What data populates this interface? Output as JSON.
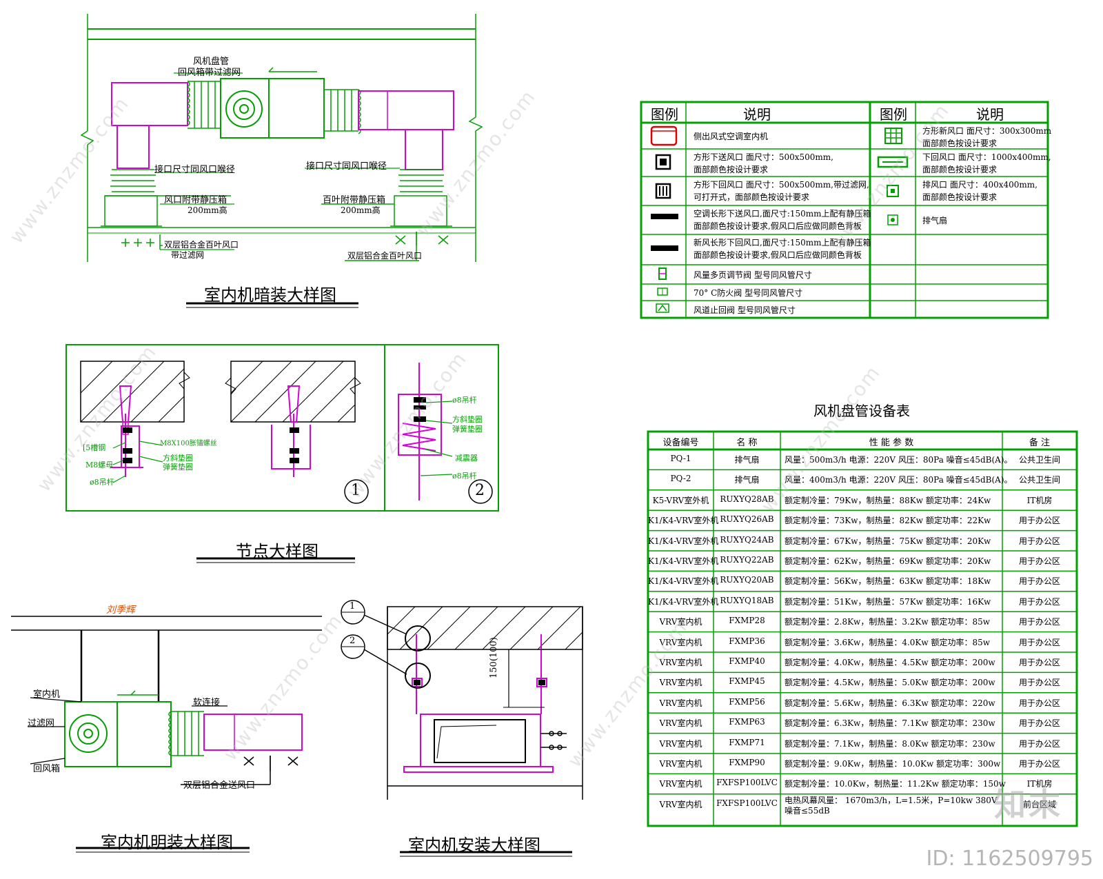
{
  "concealed": {
    "title": "室内机暗装大样图",
    "label_fcu_1": "风机盘管",
    "label_fcu_2": "回风箱带过滤网",
    "label_interface_left": "接口尺寸同风口喉径",
    "label_interface_right": "接口尺寸同风口喉径",
    "label_plenum_left": "风口附带静压箱",
    "label_plenum_left_h": "200mm高",
    "label_plenum_right": "百叶附带静压箱",
    "label_plenum_right_h": "200mm高",
    "label_grille_left_1": "双层铝合金百叶风口",
    "label_grille_left_2": "带过滤网",
    "label_grille_right": "双层铝合金百叶风口"
  },
  "node": {
    "title": "节点大样图",
    "label_channel": "[5槽钢",
    "label_bolt": "M8X100胀锚螺丝",
    "label_nut": "M8螺母",
    "label_washer_1": "方斜垫圈",
    "label_washer_2": "弹簧垫圈",
    "label_rod": "ø8吊杆",
    "label_rod_top": "ø8吊杆",
    "label_washer_r1": "方斜垫圈",
    "label_washer_r2": "弹簧垫圈",
    "label_damper": "减震器",
    "label_rod_bottom": "ø8吊杆",
    "circle_1": "1",
    "circle_2": "2"
  },
  "exposed": {
    "title": "室内机明装大样图",
    "signature": "刘季辉",
    "label_indoor": "室内机",
    "label_filter": "过滤网",
    "label_return": "回风箱",
    "label_flex": "软连接",
    "label_supply": "双层铝合金送风口"
  },
  "install": {
    "title": "室内机安装大样图",
    "dim": "150(100)",
    "callout_1": "1",
    "callout_2": "2",
    "callout_sub": "—"
  },
  "legend": {
    "headers": [
      "图例",
      "说明",
      "图例",
      "说明"
    ],
    "left_rows": [
      {
        "icon": "side-outlet-ac-icon",
        "desc": "侧出风式空调室内机"
      },
      {
        "icon": "square-supply-diffuser-icon",
        "desc1": "方形下送风口 面尺寸：500x500mm,",
        "desc2": "面部颜色按设计要求"
      },
      {
        "icon": "square-return-grille-icon",
        "desc1": "方形下回风口 面尺寸：500x500mm,带过滤网,",
        "desc2": "可打开式，面部颜色按设计要求"
      },
      {
        "icon": "linear-supply-slot-icon",
        "desc1": "空调长形下送风口,面尺寸:150mm上配有静压箱",
        "desc2": "面部颜色按设计要求,假风口后应做同颜色背板"
      },
      {
        "icon": "linear-return-slot-icon",
        "desc1": "新风长形下回风口,面尺寸:150mm上配有静压箱",
        "desc2": "面部颜色按设计要求,假风口后应做同颜色背板"
      },
      {
        "icon": "multi-blade-damper-icon",
        "desc": "风量多页调节阀 型号同风管尺寸"
      },
      {
        "icon": "fire-damper-icon",
        "desc": "70° C防火阀 型号同风管尺寸"
      },
      {
        "icon": "check-damper-icon",
        "desc": "风道止回阀 型号同风管尺寸"
      }
    ],
    "right_rows": [
      {
        "icon": "square-fresh-air-grille-icon",
        "desc1": "方形新风口 面尺寸：300x300mm",
        "desc2": "面部颜色按设计要求"
      },
      {
        "icon": "bottom-return-grille-icon",
        "desc1": "下回风口  面尺寸：1000x400mm,",
        "desc2": "面部颜色按设计要求"
      },
      {
        "icon": "exhaust-grille-icon",
        "desc1": "排风口    面尺寸：400x400mm,",
        "desc2": "面部颜色按设计要求"
      },
      {
        "icon": "exhaust-fan-icon",
        "desc": "排气扇"
      }
    ]
  },
  "equipment": {
    "title": "风机盘管设备表",
    "headers": [
      "设备编号",
      "名    称",
      "性  能  参  数",
      "备    注"
    ],
    "rows": [
      [
        "PQ-1",
        "排气扇",
        "风量：500m3/h 电源：220V 风压：80Pa  噪音≤45dB(A)。",
        "公共卫生间"
      ],
      [
        "PQ-2",
        "排气扇",
        "风量：400m3/h 电源：220V 风压：80Pa  噪音≤45dB(A)。",
        "公共卫生间"
      ],
      [
        "K5-VRV室外机",
        "RUXYQ28AB",
        "额定制冷量：79Kw，制热量：88Kw 额定功率：24Kw",
        "IT机房"
      ],
      [
        "K1/K4-VRV室外机",
        "RUXYQ26AB",
        "额定制冷量：73Kw，制热量：82Kw 额定功率：22Kw",
        "用于办公区"
      ],
      [
        "K1/K4-VRV室外机",
        "RUXYQ24AB",
        "额定制冷量：67Kw，制热量：75Kw 额定功率：20Kw",
        "用于办公区"
      ],
      [
        "K1/K4-VRV室外机",
        "RUXYQ22AB",
        "额定制冷量：62Kw，制热量：69Kw 额定功率：20Kw",
        "用于办公区"
      ],
      [
        "K1/K4-VRV室外机",
        "RUXYQ20AB",
        "额定制冷量：56Kw，制热量：63Kw 额定功率：18Kw",
        "用于办公区"
      ],
      [
        "K1/K4-VRV室外机",
        "RUXYQ18AB",
        "额定制冷量：51Kw，制热量：57Kw 额定功率：16Kw",
        "用于办公区"
      ],
      [
        "VRV室内机",
        "FXMP28",
        "额定制冷量：2.8Kw，制热量：3.2Kw 额定功率：85w",
        "用于办公区"
      ],
      [
        "VRV室内机",
        "FXMP36",
        "额定制冷量：3.6Kw，制热量：4.0Kw 额定功率：85w",
        "用于办公区"
      ],
      [
        "VRV室内机",
        "FXMP40",
        "额定制冷量：4.0Kw，制热量：4.5Kw 额定功率：200w",
        "用于办公区"
      ],
      [
        "VRV室内机",
        "FXMP45",
        "额定制冷量：4.5Kw，制热量：5.0Kw 额定功率：200w",
        "用于办公区"
      ],
      [
        "VRV室内机",
        "FXMP56",
        "额定制冷量：5.6Kw，制热量：6.3Kw 额定功率：220w",
        "用于办公区"
      ],
      [
        "VRV室内机",
        "FXMP63",
        "额定制冷量：6.3Kw，制热量：7.1Kw 额定功率：230w",
        "用于办公区"
      ],
      [
        "VRV室内机",
        "FXMP71",
        "额定制冷量：7.1Kw，制热量：8.0Kw 额定功率：230w",
        "用于办公区"
      ],
      [
        "VRV室内机",
        "FXMP90",
        "额定制冷量：9.0Kw，制热量：10.0Kw 额定功率：300w",
        "用于办公区"
      ],
      [
        "VRV室内机",
        "FXFSP100LVC",
        "额定制冷量：10.0Kw，制热量：11.2Kw 额定功率：150w",
        "IT机房"
      ],
      [
        "VRV室内机",
        "FXFSP100LVC",
        "电热风幕风量： 1670m3/h，L=1.5米，P=10kw 380V|噪音≤55dB",
        "前台区域"
      ]
    ]
  },
  "watermark": {
    "site": "www.znzmo.com",
    "logo": "知末",
    "id": "ID: 1162509795"
  },
  "colors": {
    "green": "#00a000",
    "magenta": "#d800d8",
    "black": "#000000"
  }
}
